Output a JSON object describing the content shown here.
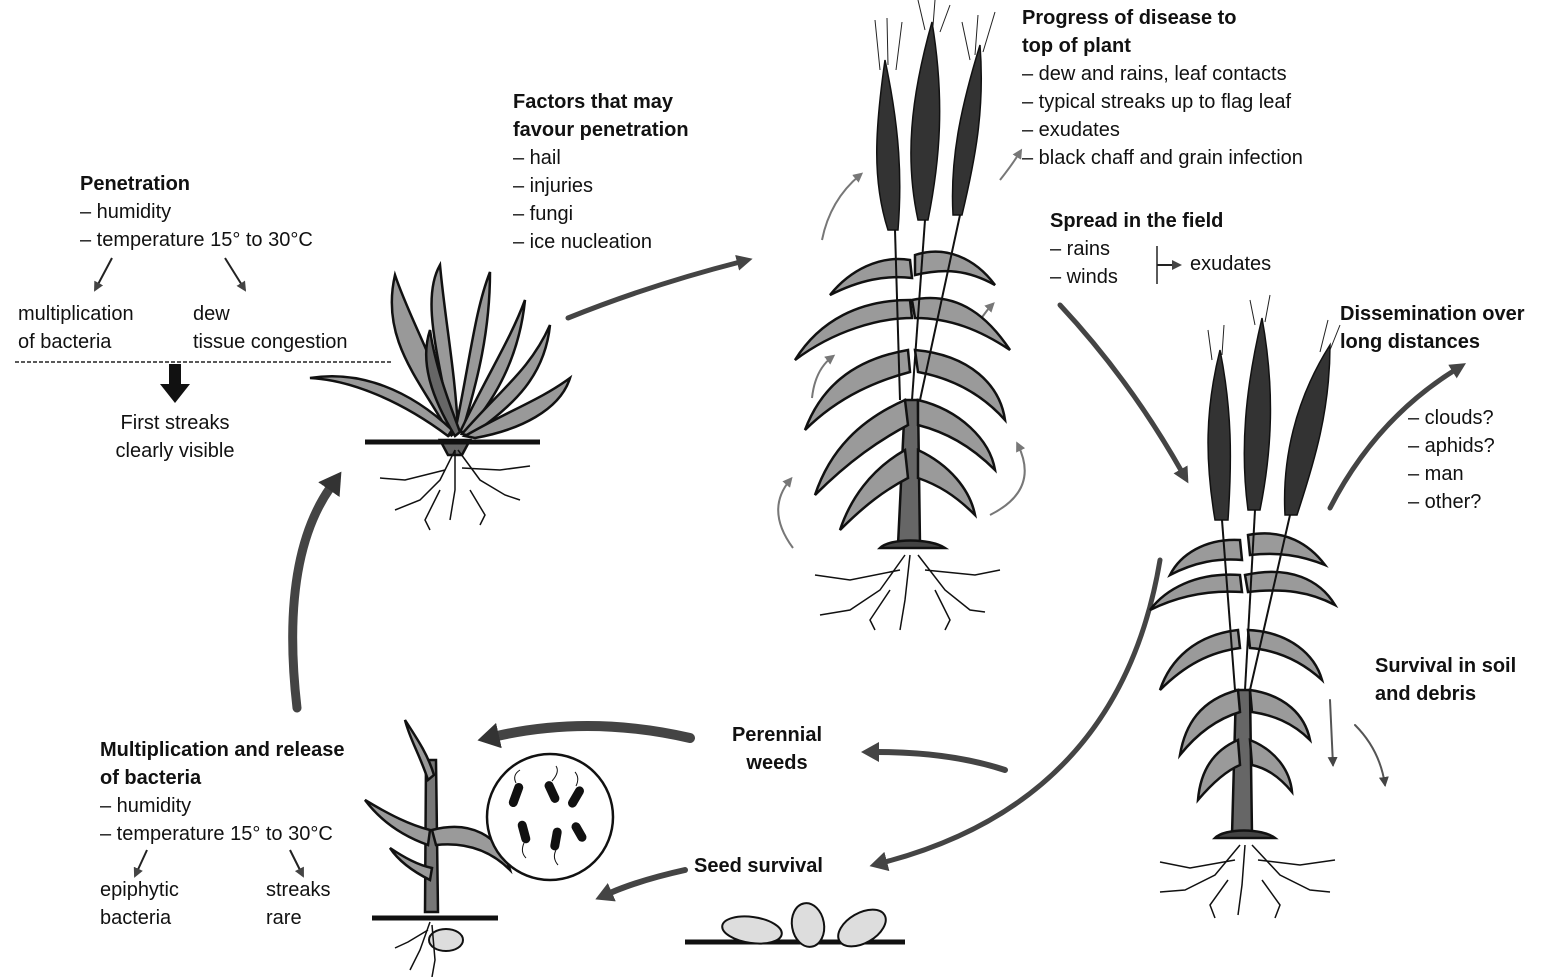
{
  "penetration": {
    "title": "Penetration",
    "items": [
      "– humidity",
      "– temperature 15° to 30°C"
    ],
    "left_1": "multiplication",
    "left_2": "of bacteria",
    "right_1": "dew",
    "right_2": "tissue congestion",
    "result_1": "First streaks",
    "result_2": "clearly visible"
  },
  "factors": {
    "title_1": "Factors that may",
    "title_2": "favour penetration",
    "items": [
      "– hail",
      "– injuries",
      "– fungi",
      "– ice nucleation"
    ]
  },
  "progress": {
    "title_1": "Progress of disease to",
    "title_2": "top of plant",
    "items": [
      "– dew and rains, leaf contacts",
      "– typical streaks up to flag leaf",
      "– exudates",
      "– black chaff and grain infection"
    ]
  },
  "spread": {
    "title": "Spread in the field",
    "item_1": "– rains",
    "item_2": "– winds",
    "result": "exudates"
  },
  "dissemination": {
    "title_1": "Dissemination over",
    "title_2": "long distances",
    "items": [
      "– clouds?",
      "– aphids?",
      "– man",
      "– other?"
    ]
  },
  "survival_soil": {
    "line_1": "Survival in soil",
    "line_2": "and debris"
  },
  "perennial_weeds": {
    "line_1": "Perennial",
    "line_2": "weeds"
  },
  "seed_survival": {
    "label": "Seed survival"
  },
  "multiplication": {
    "title_1": "Multiplication and release",
    "title_2": "of bacteria",
    "items": [
      "– humidity",
      "– temperature 15° to 30°C"
    ],
    "left_1": "epiphytic",
    "left_2": "bacteria",
    "right_1": "streaks",
    "right_2": "rare"
  }
}
